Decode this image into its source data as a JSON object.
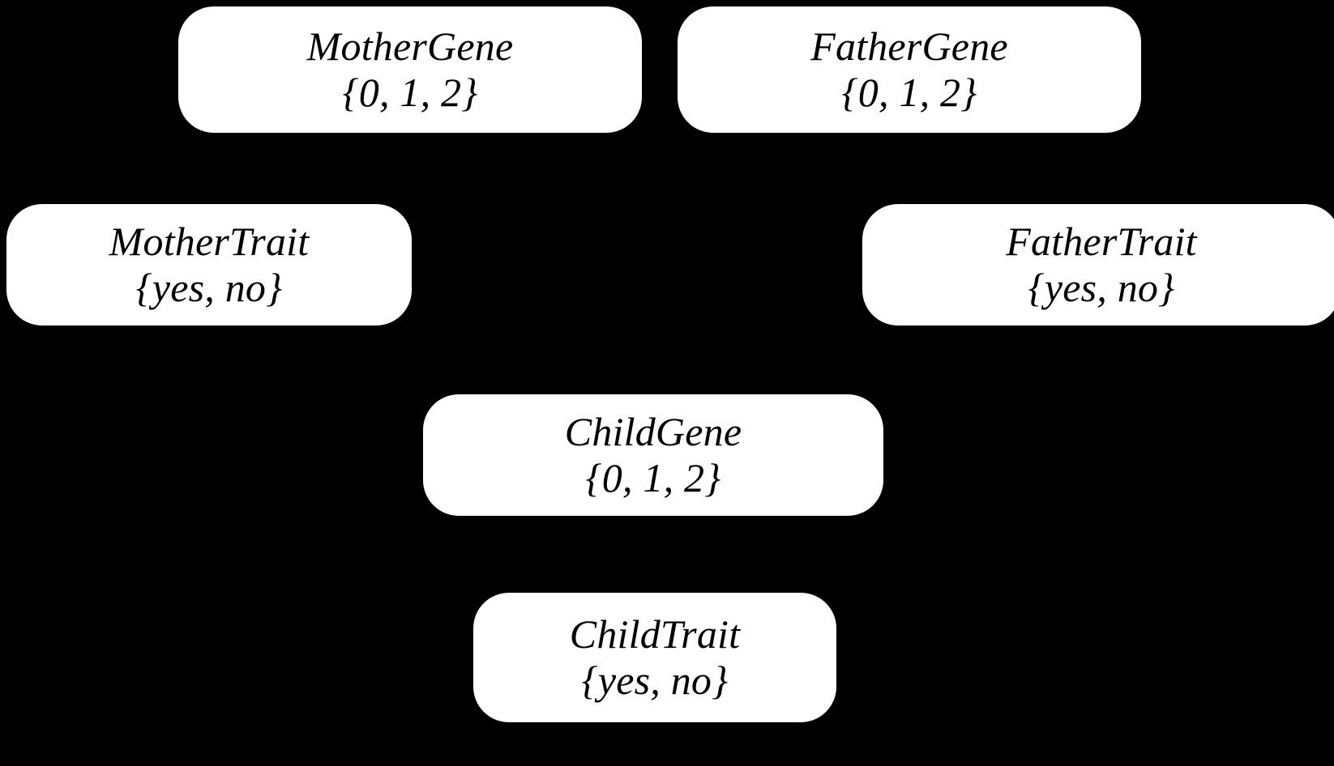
{
  "diagram": {
    "type": "bayesian-network",
    "background_color": "#000000",
    "node_fill_color": "#ffffff",
    "node_text_color": "#000000",
    "nodes": [
      {
        "id": "mother-gene",
        "label": "MotherGene",
        "domain": "{0, 1, 2}"
      },
      {
        "id": "father-gene",
        "label": "FatherGene",
        "domain": "{0, 1, 2}"
      },
      {
        "id": "mother-trait",
        "label": "MotherTrait",
        "domain": "{yes, no}"
      },
      {
        "id": "father-trait",
        "label": "FatherTrait",
        "domain": "{yes, no}"
      },
      {
        "id": "child-gene",
        "label": "ChildGene",
        "domain": "{0, 1, 2}"
      },
      {
        "id": "child-trait",
        "label": "ChildTrait",
        "domain": "{yes, no}"
      }
    ]
  }
}
